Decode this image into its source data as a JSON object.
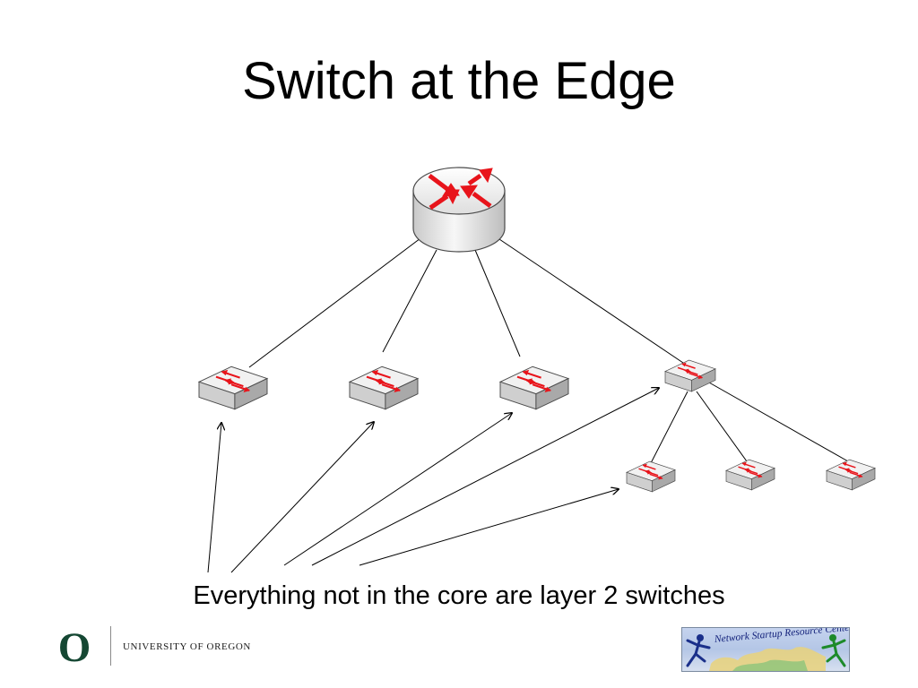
{
  "slide": {
    "title": "Switch at the Edge",
    "caption": "Everything not in the core are layer 2 switches"
  },
  "footer": {
    "logo_letter": "O",
    "institution": "UNIVERSITY OF OREGON",
    "partner_banner": "Network Startup Resource Center"
  },
  "diagram": {
    "nodes": [
      {
        "id": "core-router",
        "kind": "router"
      },
      {
        "id": "switch-1",
        "kind": "switch"
      },
      {
        "id": "switch-2",
        "kind": "switch"
      },
      {
        "id": "switch-3",
        "kind": "switch"
      },
      {
        "id": "switch-4",
        "kind": "switch"
      },
      {
        "id": "switch-4a",
        "kind": "switch"
      },
      {
        "id": "switch-4b",
        "kind": "switch"
      },
      {
        "id": "switch-4c",
        "kind": "switch"
      }
    ],
    "links": [
      [
        "core-router",
        "switch-1"
      ],
      [
        "core-router",
        "switch-2"
      ],
      [
        "core-router",
        "switch-3"
      ],
      [
        "core-router",
        "switch-4"
      ],
      [
        "switch-4",
        "switch-4a"
      ],
      [
        "switch-4",
        "switch-4b"
      ],
      [
        "switch-4",
        "switch-4c"
      ]
    ],
    "caption_points_to": [
      "switch-1",
      "switch-2",
      "switch-3",
      "switch-4",
      "switch-4a"
    ]
  },
  "colors": {
    "university_green": "#154733",
    "arrow_red": "#e8141b",
    "device_gray": "#d9d9d9",
    "outline": "#4a4a4a"
  }
}
